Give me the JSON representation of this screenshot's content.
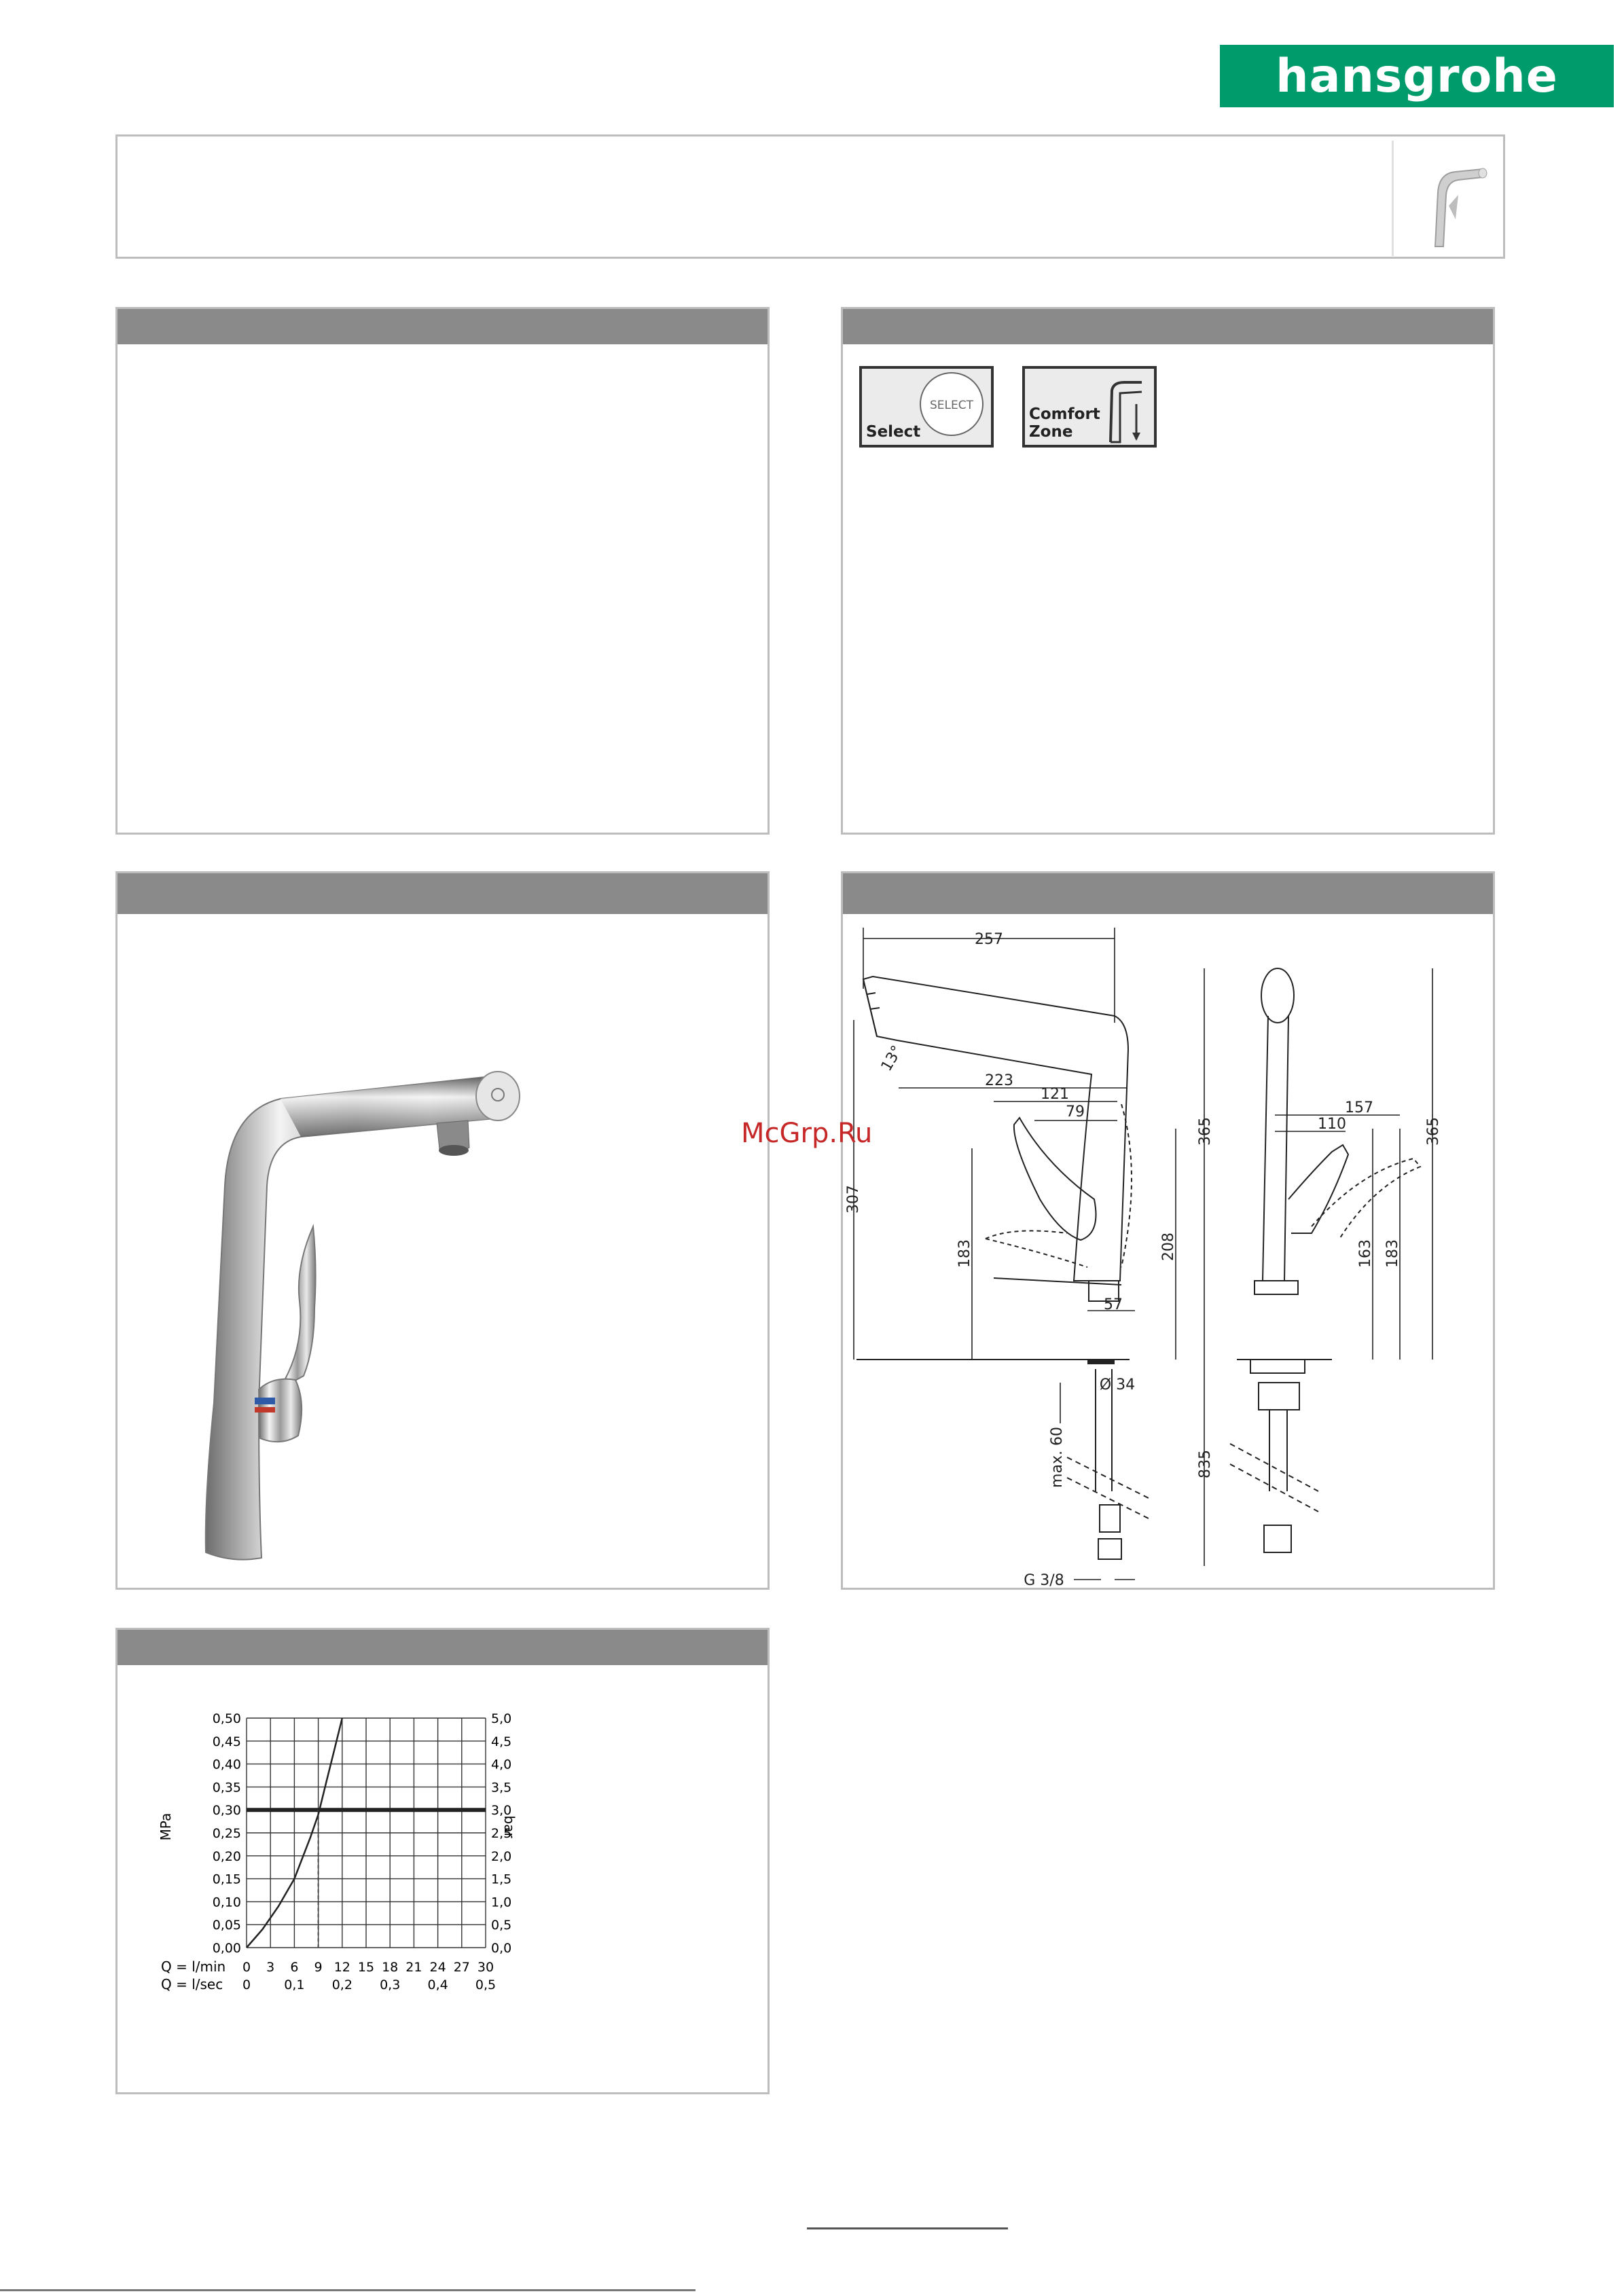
{
  "brand": {
    "logo_text": "hansgrohe",
    "color": "#009b6b"
  },
  "watermark": "McGrp.Ru",
  "features": {
    "select_badge": {
      "circle_text": "SELECT",
      "label": "Select"
    },
    "comfort_badge": {
      "line1": "Comfort",
      "line2": "Zone"
    }
  },
  "drawing": {
    "dims": [
      "257",
      "13°",
      "223",
      "121",
      "79",
      "307",
      "183",
      "208",
      "365",
      "57",
      "max. 60",
      "Ø 34",
      "835",
      "G 3/8",
      "157",
      "110",
      "163",
      "183",
      "365"
    ]
  },
  "chart_data": {
    "type": "line",
    "left_axis_label": "MPa",
    "right_axis_label": "bar",
    "y_left_ticks": [
      "0,00",
      "0,05",
      "0,10",
      "0,15",
      "0,20",
      "0,25",
      "0,30",
      "0,35",
      "0,40",
      "0,45",
      "0,50"
    ],
    "y_right_ticks": [
      "0,0",
      "0,5",
      "1,0",
      "1,5",
      "2,0",
      "2,5",
      "3,0",
      "3,5",
      "4,0",
      "4,5",
      "5,0"
    ],
    "x_ticks_lmin": [
      "0",
      "3",
      "6",
      "9",
      "12",
      "15",
      "18",
      "21",
      "24",
      "27",
      "30"
    ],
    "x_ticks_lsec": [
      "0",
      "0,1",
      "0,2",
      "0,3",
      "0,4",
      "0,5"
    ],
    "x_label_lmin": "Q = l/min",
    "x_label_lsec": "Q = l/sec",
    "xlim": [
      0,
      30
    ],
    "ylim": [
      0,
      0.5
    ],
    "reference_pressure_mpa": 0.3,
    "reference_flow_lmin": 9,
    "series": [
      {
        "x": [
          0,
          2,
          4,
          6,
          8,
          9,
          10,
          11,
          12
        ],
        "y": [
          0,
          0.04,
          0.09,
          0.15,
          0.24,
          0.29,
          0.36,
          0.43,
          0.5
        ]
      }
    ]
  }
}
